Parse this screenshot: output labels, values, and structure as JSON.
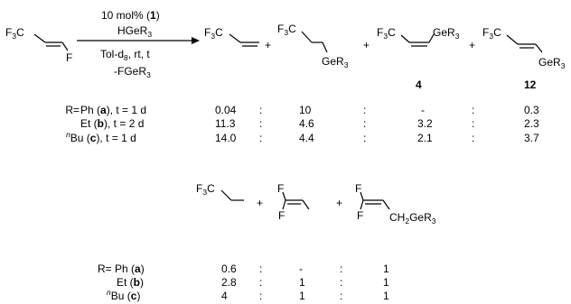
{
  "reaction": {
    "reactant": {
      "left": "F",
      "left_sub": "3",
      "left_end": "C",
      "fluorine": "F"
    },
    "conditions": {
      "catalyst_text": "10 mol% (",
      "catalyst_num": "1",
      "catalyst_close": ")",
      "reagent": "HGeR",
      "reagent_sub": "3",
      "solvent_pre": "Tol-d",
      "solvent_sub": "8",
      "solvent_post": ", rt, t",
      "byproduct": "-FGeR",
      "byproduct_sub": "3"
    },
    "products_top": {
      "p1_a": "F",
      "p1_sub": "3",
      "p1_b": "C",
      "p2_a": "F",
      "p2_sub": "3",
      "p2_b": "C",
      "p2_ge": "GeR",
      "p2_ge_sub": "3",
      "p3_a": "F",
      "p3_sub": "3",
      "p3_b": "C",
      "p3_ge": "GeR",
      "p3_ge_sub": "3",
      "p3_label": "4",
      "p4_a": "F",
      "p4_sub": "3",
      "p4_b": "C",
      "p4_ge": "GeR",
      "p4_ge_sub": "3",
      "p4_label": "12",
      "plus": "+"
    },
    "table_top": {
      "rows": [
        {
          "r_prefix": "R= ",
          "r_name": "Ph (",
          "r_letter": "a",
          "r_cond": "), t = 1 d",
          "v1": "0.04",
          "v2": "10",
          "v3": "-",
          "v4": "0.3"
        },
        {
          "r_prefix": "",
          "r_name": "Et (",
          "r_letter": "b",
          "r_cond": "), t = 2 d",
          "v1": "11.3",
          "v2": "4.6",
          "v3": "3.2",
          "v4": "2.3"
        },
        {
          "r_prefix": "",
          "r_sup": "n",
          "r_name": "Bu (",
          "r_letter": "c",
          "r_cond": "), t = 1 d",
          "v1": "14.0",
          "v2": "4.4",
          "v3": "2.1",
          "v4": "3.7"
        }
      ],
      "sep": ":"
    },
    "products_bottom": {
      "q1_a": "F",
      "q1_sub": "3",
      "q1_b": "C",
      "q2_f1": "F",
      "q2_f2": "F",
      "q3_f1": "F",
      "q3_f2": "F",
      "q3_ch": "CH",
      "q3_ch_sub": "2",
      "q3_ge": "GeR",
      "q3_ge_sub": "3",
      "plus": "+"
    },
    "table_bottom": {
      "rows": [
        {
          "r_prefix": "R= ",
          "r_name": "Ph (",
          "r_letter": "a",
          "r_close": ")",
          "v1": "0.6",
          "v2": "-",
          "v3": "1"
        },
        {
          "r_prefix": "",
          "r_name": "Et (",
          "r_letter": "b",
          "r_close": ")",
          "v1": "2.8",
          "v2": "1",
          "v3": "1"
        },
        {
          "r_prefix": "",
          "r_sup": "n",
          "r_name": "Bu (",
          "r_letter": "c",
          "r_close": ")",
          "v1": "4",
          "v2": "1",
          "v3": "1"
        }
      ],
      "sep": ":"
    }
  }
}
